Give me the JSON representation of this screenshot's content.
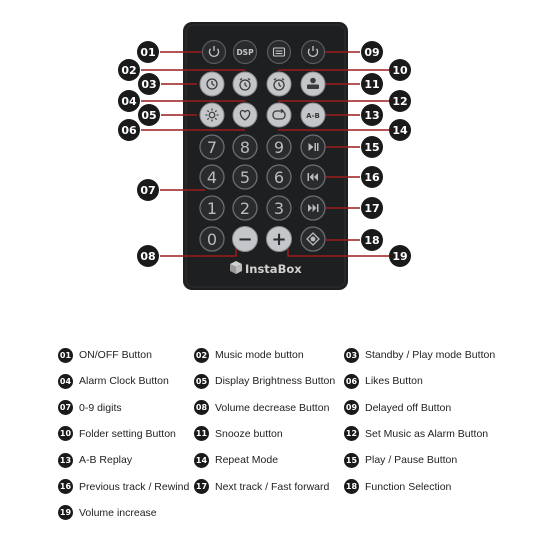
{
  "brand": "InstaBox",
  "colors": {
    "remote_body": "#1e1f21",
    "dark_key": "#2a2b2d",
    "light_key": "#c4c6c9",
    "callout": "#9b1c1c",
    "badge": "#1a1a1a"
  },
  "keys": {
    "power": {
      "icon": "power-icon"
    },
    "dsp": {
      "label": "DSP"
    },
    "folder": {
      "icon": "folder-icon"
    },
    "delay_off": {
      "icon": "power-icon"
    },
    "alarm_clock": {
      "icon": "alarm-clock-icon"
    },
    "alarm_music": {
      "icon": "alarm-clock-music-icon"
    },
    "snooze": {
      "icon": "snooze-icon"
    },
    "brightness": {
      "icon": "brightness-icon"
    },
    "like": {
      "icon": "heart-icon"
    },
    "repeat": {
      "icon": "repeat-icon"
    },
    "ab": {
      "label": "A-B"
    },
    "digits": [
      "7",
      "8",
      "9",
      "4",
      "5",
      "6",
      "1",
      "2",
      "3",
      "0"
    ],
    "minus": {
      "label": "−"
    },
    "plus": {
      "label": "+"
    },
    "play_pause": {
      "icon": "play-pause-icon"
    },
    "prev": {
      "icon": "previous-track-icon"
    },
    "next": {
      "icon": "next-track-icon"
    },
    "function": {
      "icon": "function-icon"
    },
    "standby": {
      "icon": "standby-icon"
    }
  },
  "callouts": [
    "01",
    "02",
    "03",
    "04",
    "05",
    "06",
    "07",
    "08",
    "09",
    "10",
    "11",
    "12",
    "13",
    "14",
    "15",
    "16",
    "17",
    "18",
    "19"
  ],
  "legend": [
    {
      "num": "01",
      "text": "ON/OFF Button"
    },
    {
      "num": "02",
      "text": "Music mode button"
    },
    {
      "num": "03",
      "text": "Standby / Play mode Button"
    },
    {
      "num": "04",
      "text": "Alarm Clock Button"
    },
    {
      "num": "05",
      "text": "Display Brightness Button"
    },
    {
      "num": "06",
      "text": "Likes Button"
    },
    {
      "num": "07",
      "text": "0-9 digits"
    },
    {
      "num": "08",
      "text": "Volume decrease Button"
    },
    {
      "num": "09",
      "text": "Delayed off Button"
    },
    {
      "num": "10",
      "text": "Folder setting Button"
    },
    {
      "num": "11",
      "text": "Snooze button"
    },
    {
      "num": "12",
      "text": "Set Music as Alarm Button"
    },
    {
      "num": "13",
      "text": "A-B Replay"
    },
    {
      "num": "14",
      "text": "Repeat Mode"
    },
    {
      "num": "15",
      "text": "Play / Pause Button"
    },
    {
      "num": "16",
      "text": "Previous track / Rewind"
    },
    {
      "num": "17",
      "text": "Next track / Fast forward"
    },
    {
      "num": "18",
      "text": "Function Selection"
    },
    {
      "num": "19",
      "text": "Volume increase"
    }
  ]
}
